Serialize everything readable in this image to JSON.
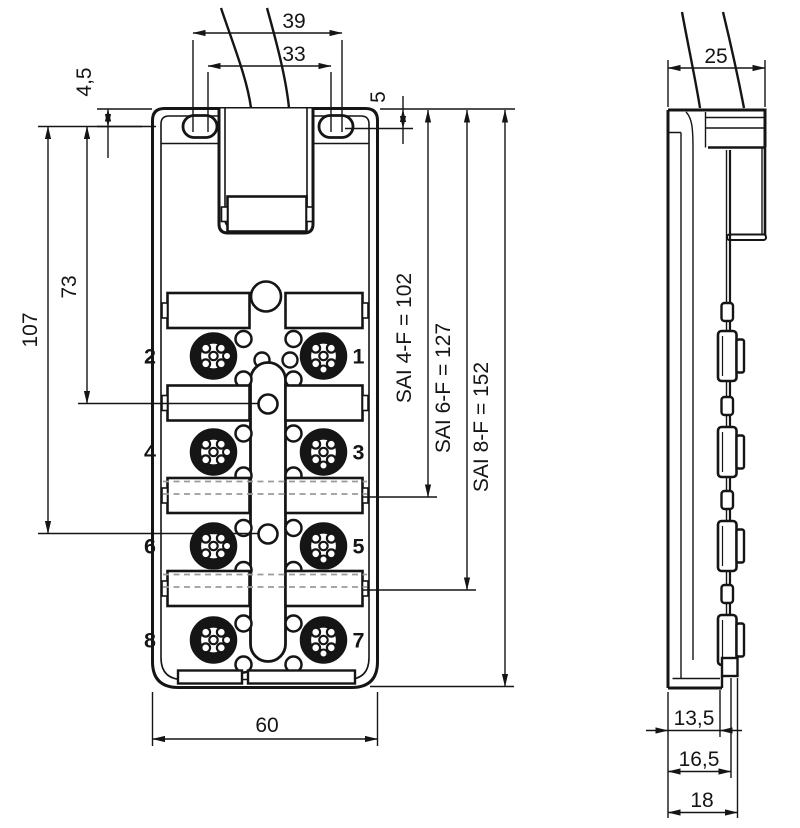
{
  "front_view": {
    "port_labels": [
      "2",
      "1",
      "4",
      "3",
      "6",
      "5",
      "8",
      "7"
    ],
    "dimensions": {
      "mounting_slot_outer_span": "39",
      "mounting_hole_spacing": "33",
      "slot_height": "4,5",
      "hole_center_from_top": "5",
      "hole_to_upper_ref": "73",
      "hole_to_lower_ref": "107",
      "variant_height_4f": "SAI 4-F = 102",
      "variant_height_6f": "SAI 6-F = 127",
      "variant_height_8f": "SAI 8-F = 152",
      "body_width": "60"
    }
  },
  "side_view": {
    "dimensions": {
      "top_depth": "25",
      "body_depth": "13,5",
      "face_depth": "16,5",
      "overall_depth": "18"
    }
  },
  "colors": {
    "line": "#151515",
    "dashed_cover": "#9b9b9b",
    "background": "#ffffff"
  }
}
